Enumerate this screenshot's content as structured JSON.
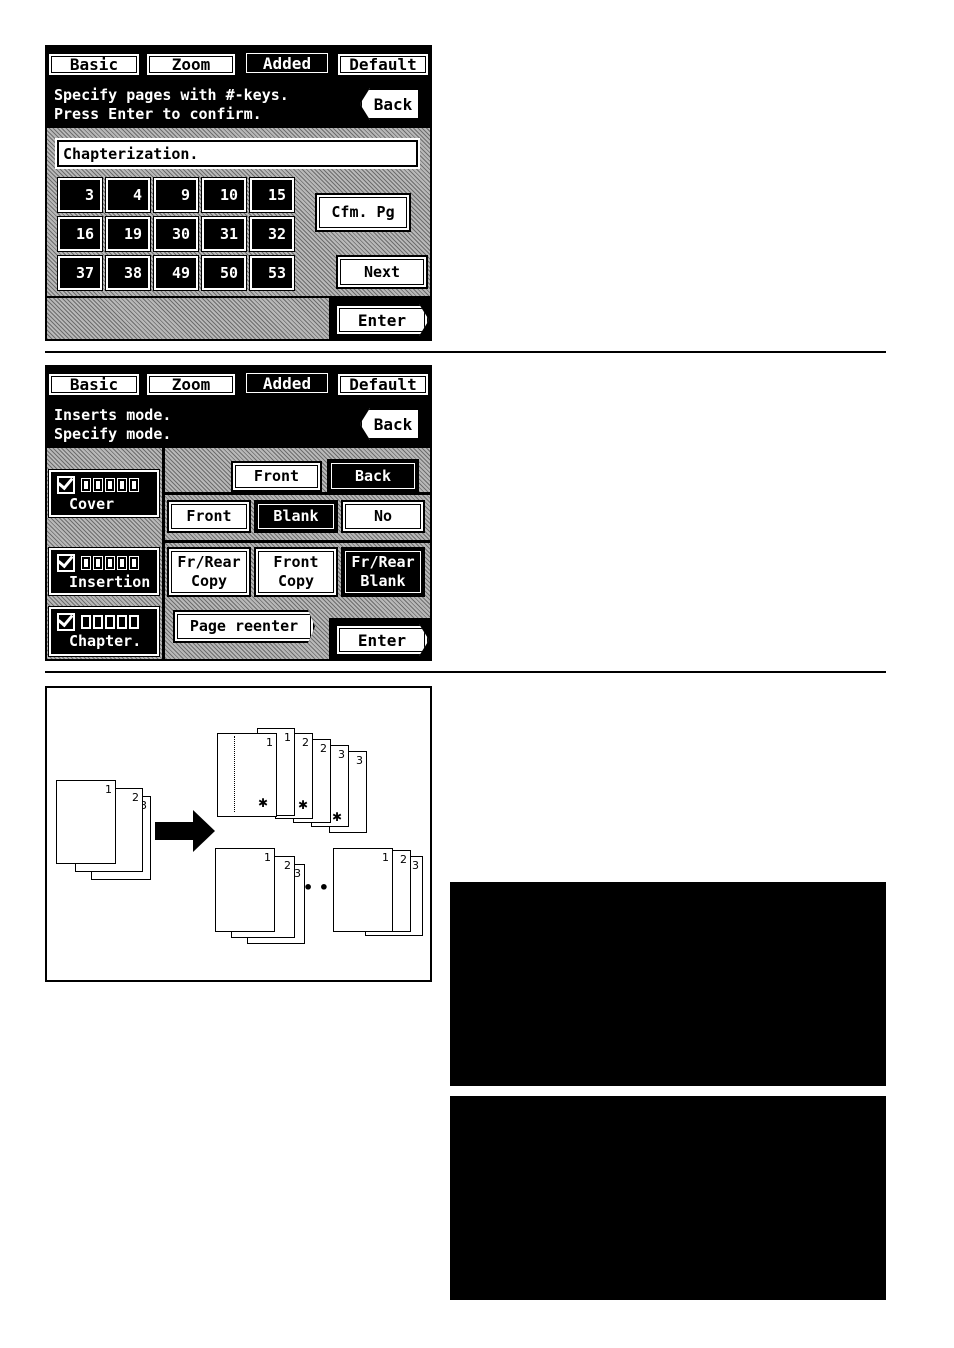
{
  "tabs": [
    "Basic",
    "Zoom",
    "Added",
    "Default"
  ],
  "panel1": {
    "message_line1": "Specify pages with #-keys.",
    "message_line2": "Press Enter to confirm.",
    "back_label": "Back",
    "field_value": "Chapterization.",
    "keys": [
      "3",
      "4",
      "9",
      "10",
      "15",
      "16",
      "19",
      "30",
      "31",
      "32",
      "37",
      "38",
      "49",
      "50",
      "53"
    ],
    "cfm_label": "Cfm. Pg",
    "next_label": "Next",
    "enter_label": "Enter"
  },
  "panel2": {
    "message_line1": "Inserts mode.",
    "message_line2": "Specify mode.",
    "back_label": "Back",
    "modes": [
      "Cover",
      "Insertion",
      "Chapter."
    ],
    "front_label": "Front",
    "back_side_label": "Back",
    "row2": [
      "Front",
      "Blank",
      "No"
    ],
    "row3_1_l1": "Fr/Rear",
    "row3_1_l2": "Copy",
    "row3_2_l1": "Front",
    "row3_2_l2": "Copy",
    "row3_3_l1": "Fr/Rear",
    "row3_3_l2": "Blank",
    "page_reenter_label": "Page reenter",
    "enter_label": "Enter"
  },
  "diagram": {
    "numbers": [
      "1",
      "2",
      "3"
    ],
    "asterisk": "✱",
    "dots": "• •"
  }
}
